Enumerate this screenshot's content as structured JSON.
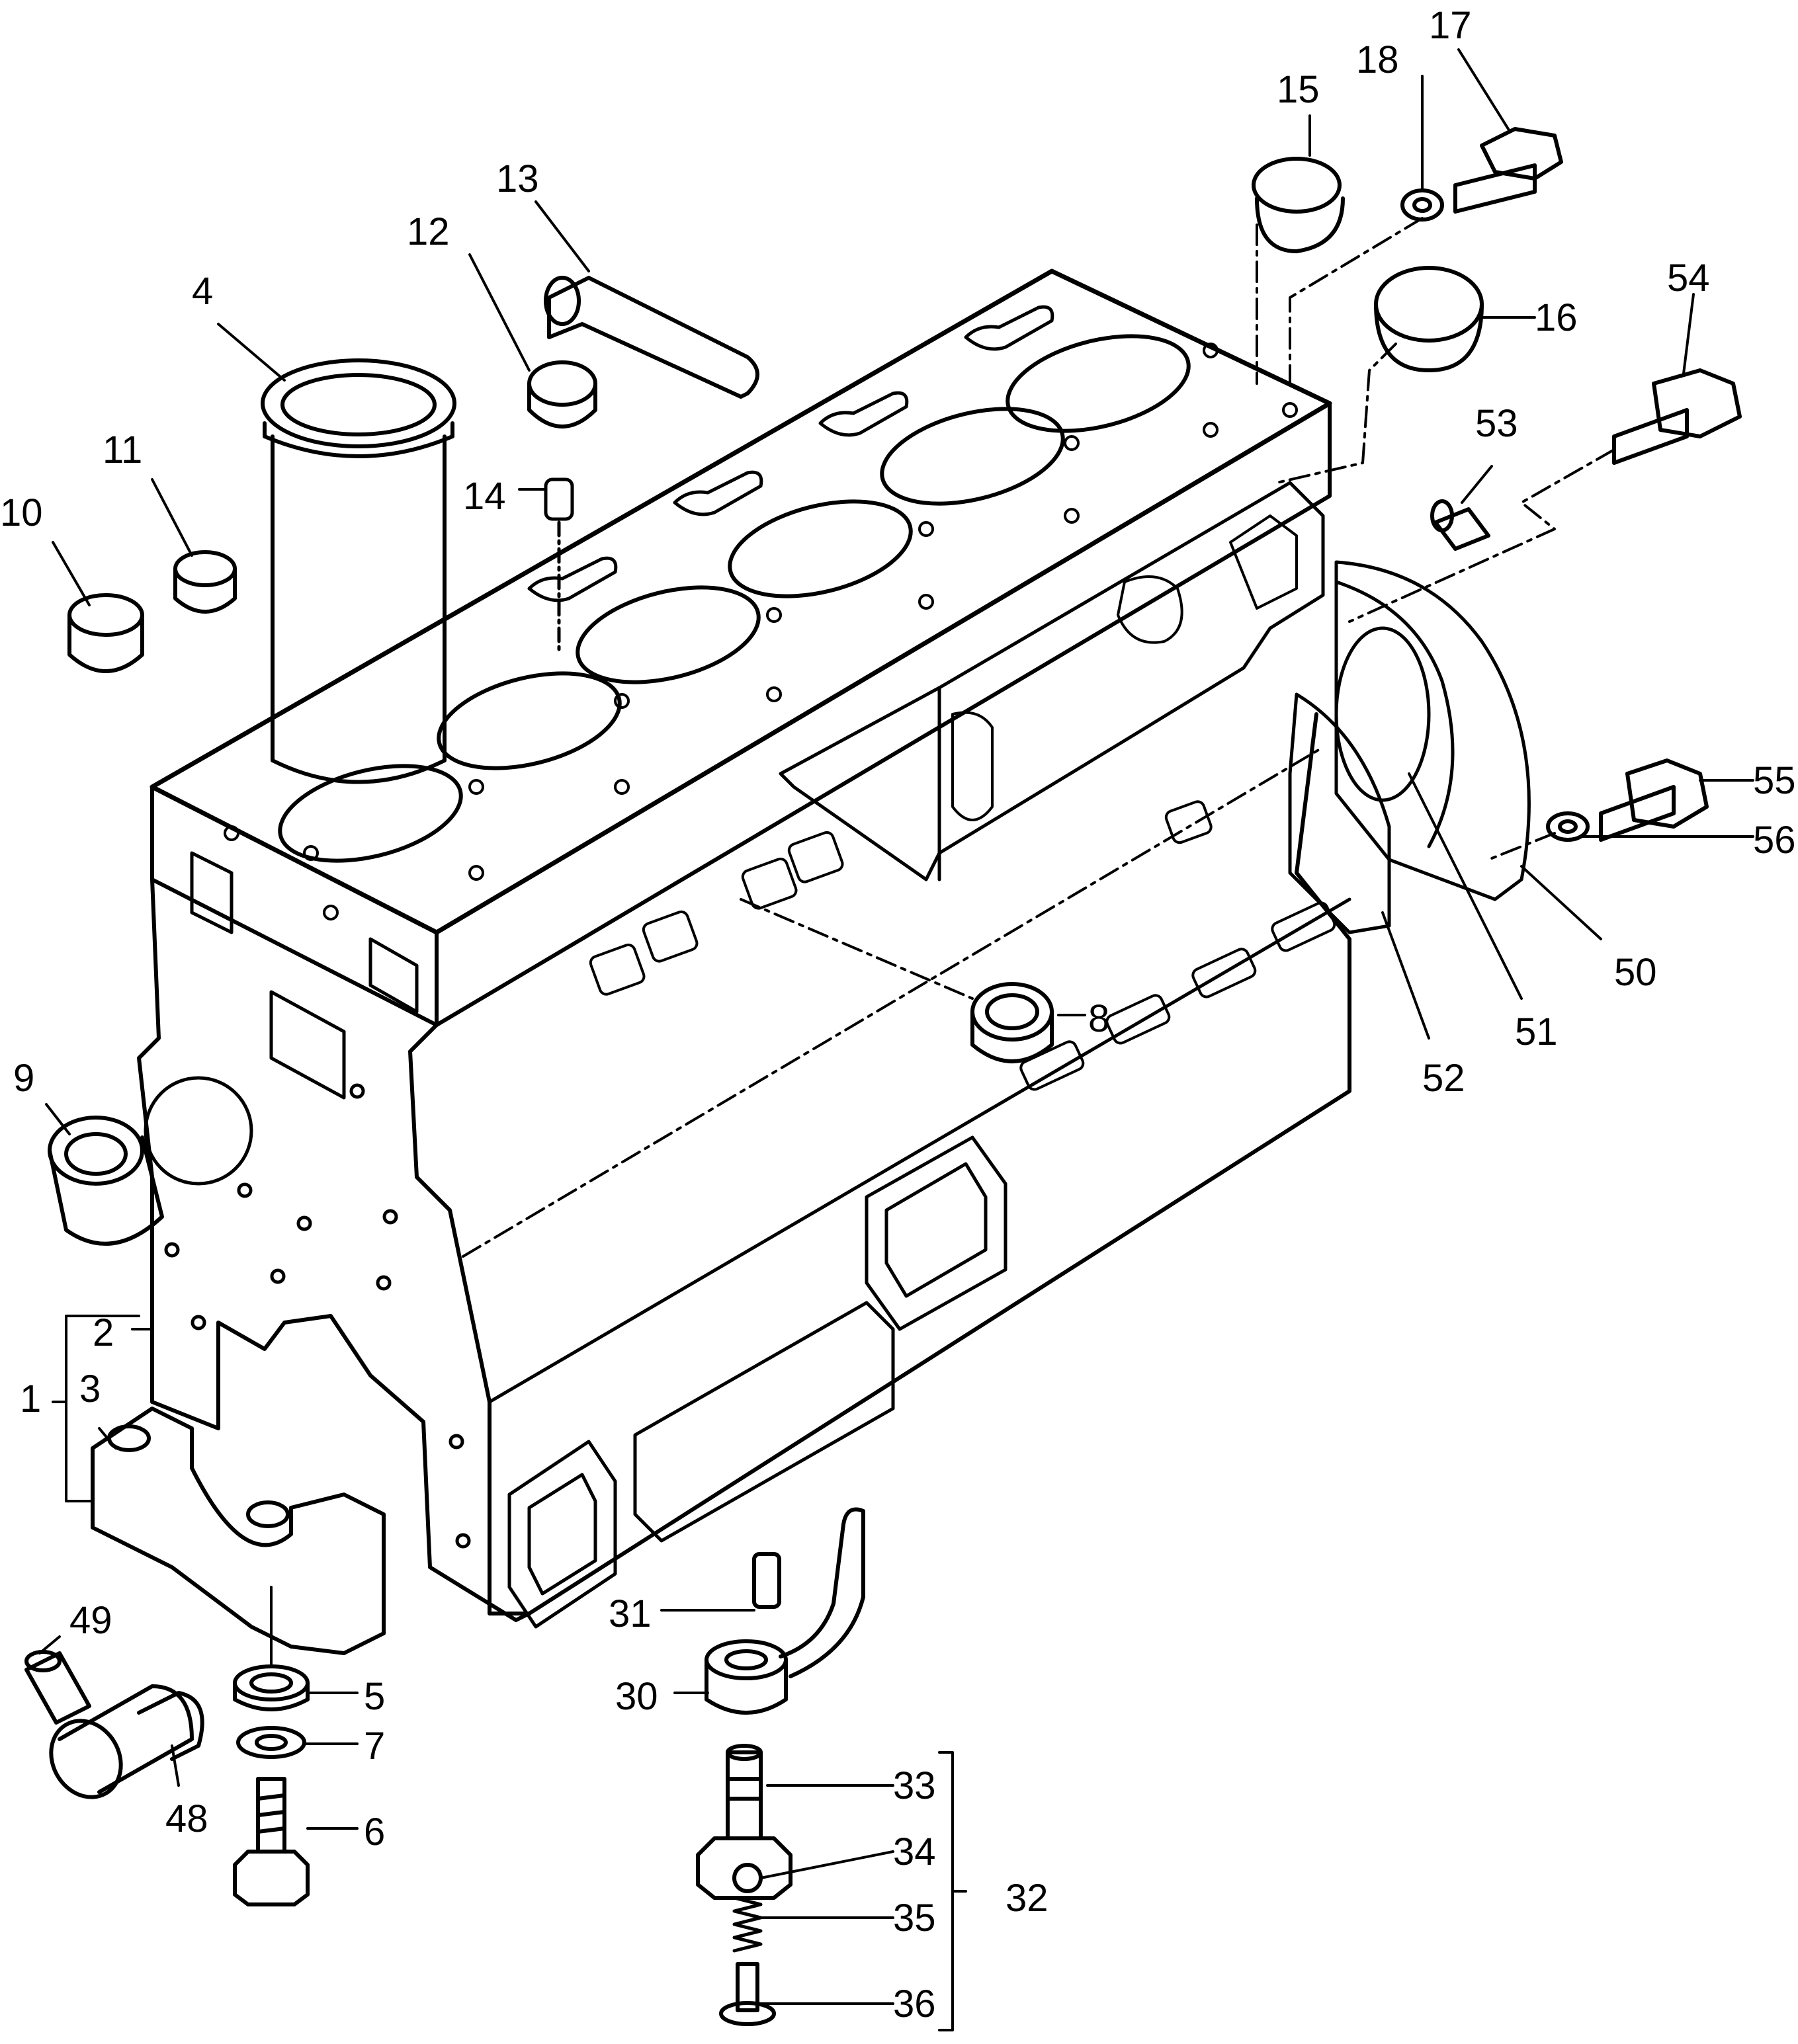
{
  "colors": {
    "line": "#000000",
    "background": "#ffffff"
  },
  "callouts": [
    {
      "id": "c1",
      "label": "1"
    },
    {
      "id": "c2",
      "label": "2"
    },
    {
      "id": "c3",
      "label": "3"
    },
    {
      "id": "c4",
      "label": "4"
    },
    {
      "id": "c5",
      "label": "5"
    },
    {
      "id": "c6",
      "label": "6"
    },
    {
      "id": "c7",
      "label": "7"
    },
    {
      "id": "c8",
      "label": "8"
    },
    {
      "id": "c9",
      "label": "9"
    },
    {
      "id": "c10",
      "label": "10"
    },
    {
      "id": "c11",
      "label": "11"
    },
    {
      "id": "c12",
      "label": "12"
    },
    {
      "id": "c13",
      "label": "13"
    },
    {
      "id": "c14",
      "label": "14"
    },
    {
      "id": "c15",
      "label": "15"
    },
    {
      "id": "c16",
      "label": "16"
    },
    {
      "id": "c17",
      "label": "17"
    },
    {
      "id": "c18",
      "label": "18"
    },
    {
      "id": "c30",
      "label": "30"
    },
    {
      "id": "c31",
      "label": "31"
    },
    {
      "id": "c32",
      "label": "32"
    },
    {
      "id": "c33",
      "label": "33"
    },
    {
      "id": "c34",
      "label": "34"
    },
    {
      "id": "c35",
      "label": "35"
    },
    {
      "id": "c36",
      "label": "36"
    },
    {
      "id": "c48",
      "label": "48"
    },
    {
      "id": "c49",
      "label": "49"
    },
    {
      "id": "c50",
      "label": "50"
    },
    {
      "id": "c51",
      "label": "51"
    },
    {
      "id": "c52",
      "label": "52"
    },
    {
      "id": "c53",
      "label": "53"
    },
    {
      "id": "c54",
      "label": "54"
    },
    {
      "id": "c55",
      "label": "55"
    },
    {
      "id": "c56",
      "label": "56"
    }
  ]
}
